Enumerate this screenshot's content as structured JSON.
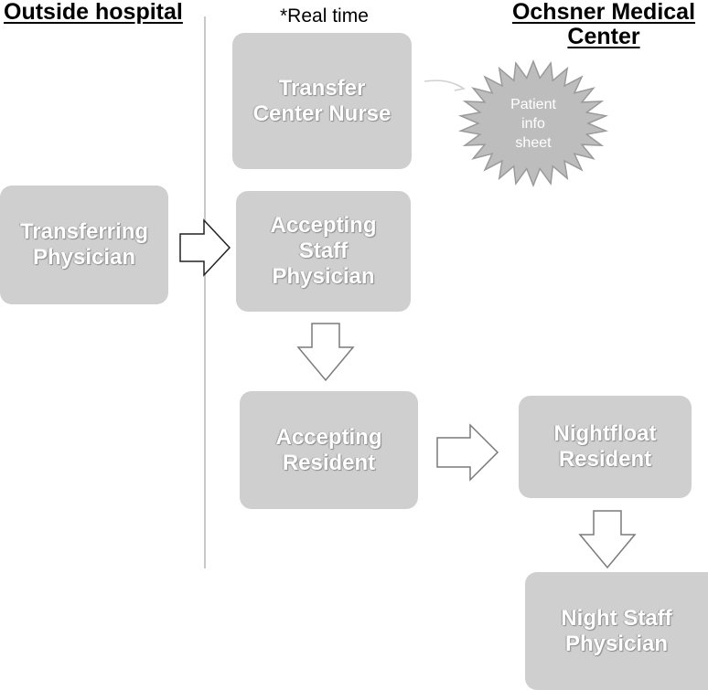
{
  "headers": {
    "outside": "Outside hospital",
    "ochsner": "Ochsner Medical\nCenter",
    "realtime": "*Real time"
  },
  "nodes": {
    "transfer_center_nurse": "Transfer\nCenter Nurse",
    "patient_info_sheet": "Patient\ninfo\nsheet",
    "transferring_physician": "Transferring\nPhysician",
    "accepting_staff_physician": "Accepting\nStaff\nPhysician",
    "accepting_resident": "Accepting\nResident",
    "nightfloat_resident": "Nightfloat\nResident",
    "night_staff_physician": "Night Staff\nPhysician"
  },
  "colors": {
    "box_fill": "#cfcfcf",
    "burst_fill": "#bdbdbd",
    "arrow_fill": "#ffffff",
    "arrow_stroke": "#7a7a7a",
    "divider": "#c9c9c9"
  }
}
